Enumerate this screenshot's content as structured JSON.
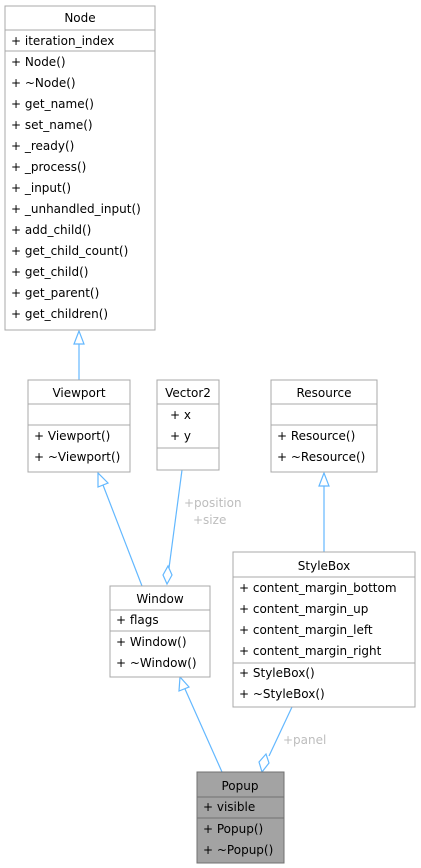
{
  "classes": {
    "node": {
      "name": "Node",
      "attributes": [
        "+ iteration_index"
      ],
      "methods": [
        "+ Node()",
        "+ ~Node()",
        "+ get_name()",
        "+ set_name()",
        "+ _ready()",
        "+ _process()",
        "+ _input()",
        "+ _unhandled_input()",
        "+ add_child()",
        "+ get_child_count()",
        "+ get_child()",
        "+ get_parent()",
        "+ get_children()"
      ]
    },
    "viewport": {
      "name": "Viewport",
      "attributes": [],
      "methods": [
        "+ Viewport()",
        "+ ~Viewport()"
      ]
    },
    "vector2": {
      "name": "Vector2",
      "attributes": [
        "+   x",
        "+   y"
      ],
      "methods": []
    },
    "resource": {
      "name": "Resource",
      "attributes": [],
      "methods": [
        "+ Resource()",
        "+ ~Resource()"
      ]
    },
    "stylebox": {
      "name": "StyleBox",
      "attributes": [
        "+ content_margin_bottom",
        "+ content_margin_up",
        "+ content_margin_left",
        "+ content_margin_right"
      ],
      "methods": [
        "+ StyleBox()",
        "+ ~StyleBox()"
      ]
    },
    "window": {
      "name": "Window",
      "attributes": [
        "+ flags"
      ],
      "methods": [
        "+ Window()",
        "+ ~Window()"
      ]
    },
    "popup": {
      "name": "Popup",
      "attributes": [
        "+ visible"
      ],
      "methods": [
        "+ Popup()",
        "+ ~Popup()"
      ]
    }
  },
  "edge_labels": {
    "window_vector2": [
      "+position",
      "+size"
    ],
    "popup_stylebox": [
      "+panel"
    ]
  },
  "colors": {
    "box_border": "#a8a8a8",
    "focus_fill": "#a3a3a3",
    "edge": "#63b8ff",
    "edge_label": "#bdbdbd"
  }
}
